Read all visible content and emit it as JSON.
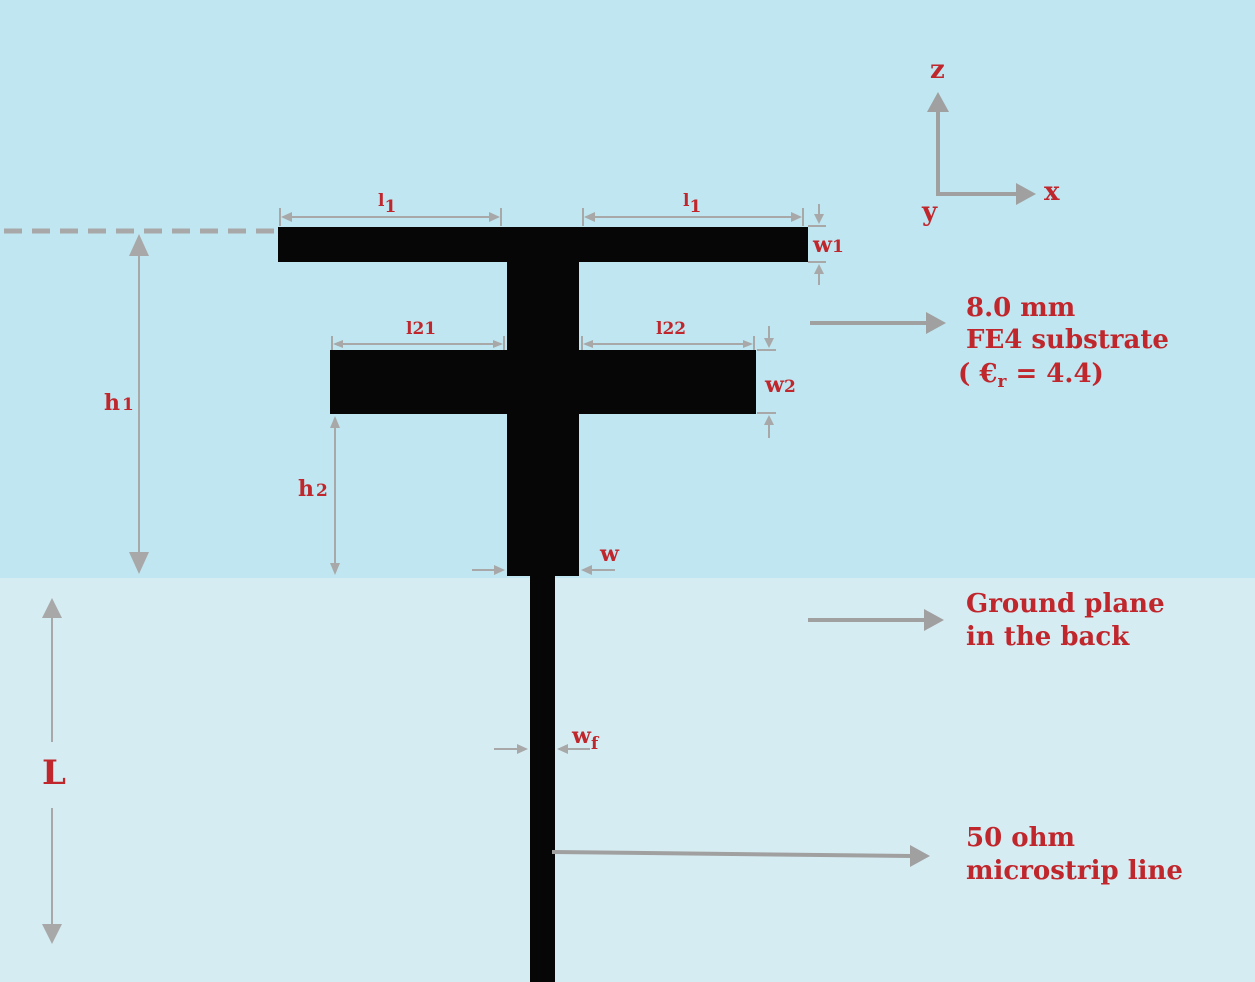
{
  "colors": {
    "substrate": "#bfe6f1",
    "ground": "#d6ecf3",
    "metal": "#060606",
    "label": "#c0272d",
    "dimension": "#a8a8a8"
  },
  "axes": {
    "z": "z",
    "x": "x",
    "y": "y"
  },
  "dims": {
    "l1_left": "l",
    "l1_left_sub": "1",
    "l1_right": "l",
    "l1_right_sub": "1",
    "l21": "l",
    "l21_sub": "21",
    "l22": "l",
    "l22_sub": "22",
    "w1": "w",
    "w1_sub": "1",
    "w2": "w",
    "w2_sub": "2",
    "h1": "h",
    "h1_sub": "1",
    "h2": "h",
    "h2_sub": "2",
    "w": "w",
    "wf": "w",
    "wf_sub": "f",
    "L": "L"
  },
  "callouts": {
    "substrate_line1": "8.0 mm",
    "substrate_line2": "FE4 substrate",
    "substrate_line3_open": "( ",
    "substrate_eps": "€",
    "substrate_eps_sub": "r",
    "substrate_line3_rest": " = 4.4)",
    "ground_line1": "Ground plane",
    "ground_line2": "in the back",
    "feed_line1": "50 ohm",
    "feed_line2": "microstrip line"
  }
}
